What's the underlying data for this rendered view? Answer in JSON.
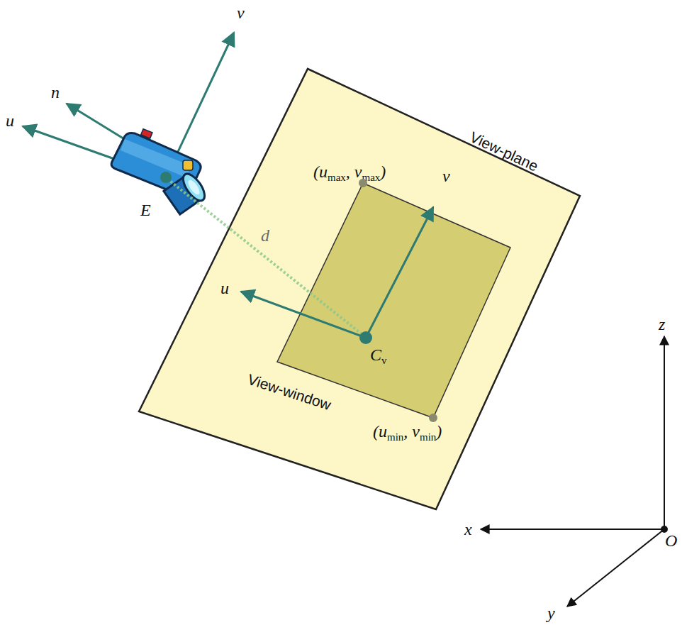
{
  "diagram": {
    "nodes": [
      {
        "text": [
          "View-plane"
        ]
      },
      {
        "text": [
          "View-window"
        ],
        "in": 0
      }
    ],
    "labels": [
      "n",
      "u",
      "v",
      "E",
      "d",
      "u",
      "v",
      "C",
      "v",
      "(u",
      "max",
      ", v",
      "max",
      ")",
      "(u",
      "min",
      ", v",
      "min",
      ")",
      "x",
      "y",
      "z",
      "O"
    ]
  }
}
